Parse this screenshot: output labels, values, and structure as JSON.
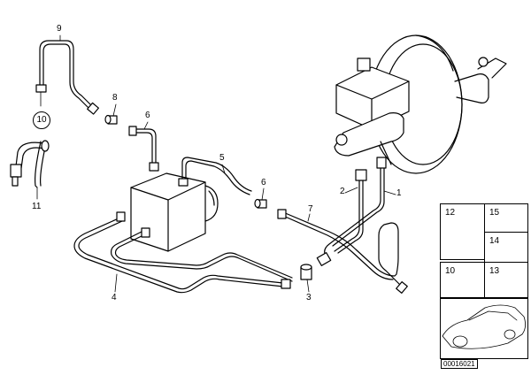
{
  "callouts": {
    "c1": "1",
    "c2": "2",
    "c3": "3",
    "c4": "4",
    "c5": "5",
    "c6a": "6",
    "c6b": "6",
    "c7": "7",
    "c8": "8",
    "c9": "9",
    "c10": "10",
    "c11": "11"
  },
  "detail_panels": [
    {
      "label": "12"
    },
    {
      "label": "15"
    },
    {
      "label": "14"
    },
    {
      "label": "10"
    },
    {
      "label": "13"
    }
  ],
  "reference_code": "00016021",
  "colors": {
    "line": "#000000",
    "background": "#ffffff"
  }
}
